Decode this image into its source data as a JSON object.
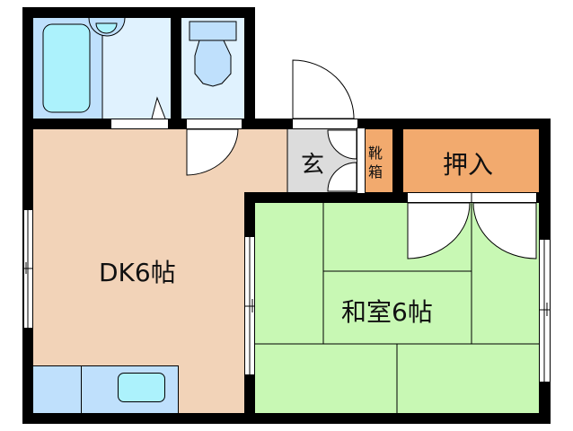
{
  "rooms": {
    "dk": {
      "label": "DK6帖",
      "color": "#f2d3b8"
    },
    "washitsu": {
      "label": "和室6帖",
      "color": "#c8f8b4"
    },
    "genkan": {
      "label": "玄",
      "color": "#dcdcdc"
    },
    "shoebox": {
      "label_top": "靴",
      "label_bottom": "箱",
      "color": "#f2aa6e"
    },
    "closet": {
      "label": "押入",
      "color": "#f2aa6e"
    },
    "bath": {
      "color": "#bfe0fc",
      "tub_color": "#acf2fc"
    },
    "washroom": {
      "color": "#e0f2fe"
    },
    "toilet": {
      "color": "#e0f2fe",
      "fixture_color": "#bfe0fc"
    },
    "kitchen": {
      "color": "#bfe0fc",
      "sink_color": "#acf2fc"
    }
  },
  "colors": {
    "wall": "#000000",
    "window": "#ffffff"
  }
}
